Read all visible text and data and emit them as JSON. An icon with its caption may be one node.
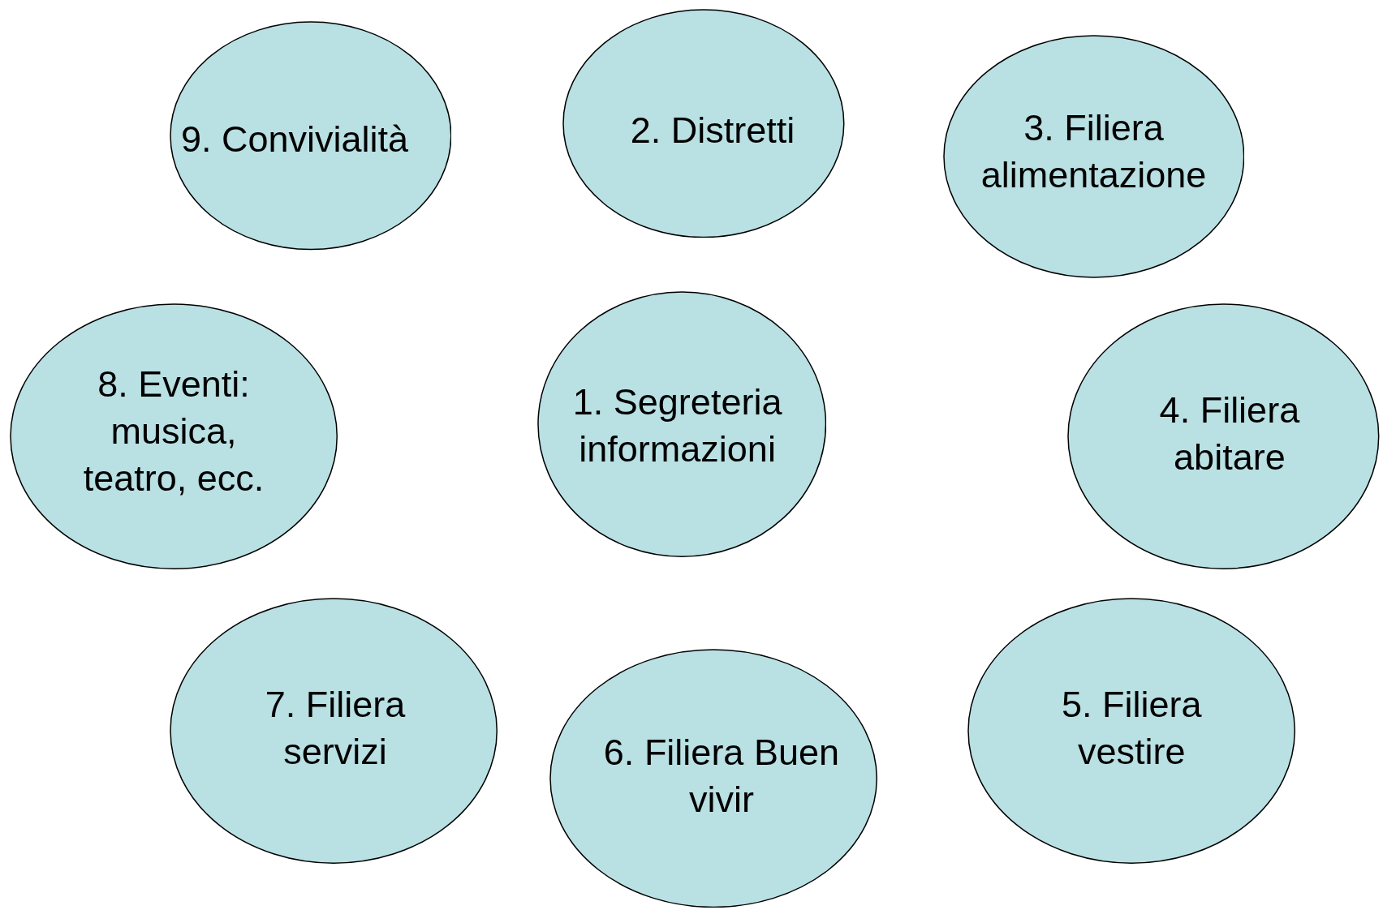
{
  "diagram": {
    "nodes": [
      {
        "text": [
          "9. Convivialità"
        ]
      },
      {
        "text": [
          "2. Distretti"
        ]
      },
      {
        "text": [
          "3. Filiera alimentazione"
        ]
      },
      {
        "text": [
          "8. Eventi: musica, teatro, ecc."
        ]
      },
      {
        "text": [
          "1. Segreteria informazioni"
        ]
      },
      {
        "text": [
          "4. Filiera abitare"
        ]
      },
      {
        "text": [
          "7. Filiera servizi"
        ]
      },
      {
        "text": [
          "6. Filiera Buen vivir"
        ]
      },
      {
        "text": [
          "5. Filiera vestire"
        ]
      }
    ]
  }
}
